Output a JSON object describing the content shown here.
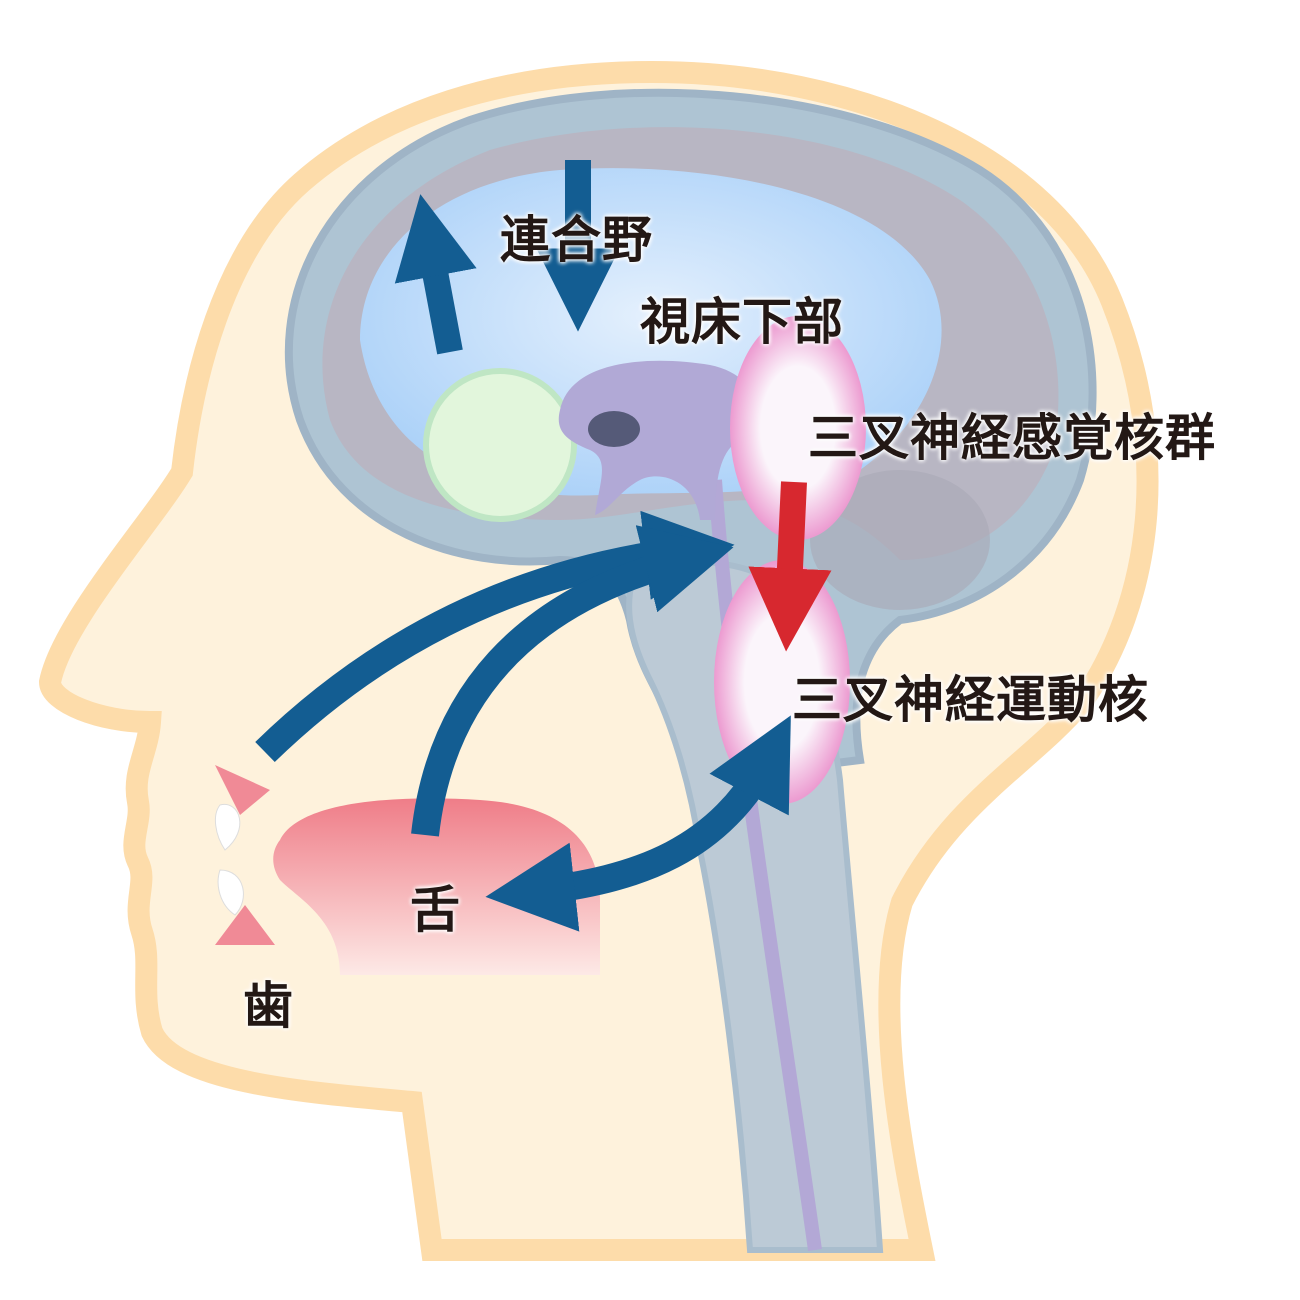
{
  "labels": {
    "association_cortex": "連合野",
    "hypothalamus": "視床下部",
    "trigeminal_sensory_nuclei": "三叉神経感覚核群",
    "trigeminal_motor_nucleus": "三叉神経運動核",
    "tongue": "舌",
    "teeth": "歯"
  },
  "colors": {
    "skin_outline": "#fddcaa",
    "skin_fill": "#fef2dc",
    "brain_outer": "#a9bfcf",
    "brain_inner": "#bfdcfa",
    "cortex_gray": "#b7b6c2",
    "hypothalamus": "#b0a8d6",
    "green_body": "#dff5dc",
    "nucleus_pink": "#f7c6e6",
    "tongue": "#f0848f",
    "blue_arrow": "#135d92",
    "red_arrow": "#d7282f"
  }
}
